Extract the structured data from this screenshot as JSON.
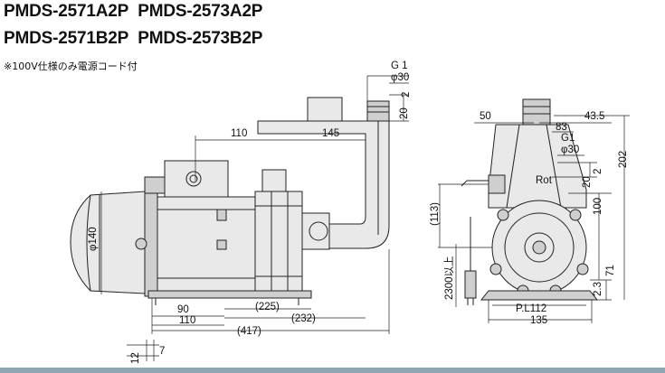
{
  "titles": {
    "line1_a": "PMDS-2571A2P",
    "line1_b": "PMDS-2573A2P",
    "line2_a": "PMDS-2571B2P",
    "line2_b": "PMDS-2573B2P",
    "note": "※100V仕様のみ電源コード付"
  },
  "dimensions": {
    "d_g1_top": "G 1",
    "d_phi30_top": "φ30",
    "d_2_top": "2",
    "d_20_top": "20",
    "d_110": "110",
    "d_145": "145",
    "d_phi140": "φ140",
    "d_90": "90",
    "d_110_bottom": "110",
    "d_225": "(225)",
    "d_232": "(232)",
    "d_417": "(417)",
    "d_12": "12",
    "d_7": "7",
    "d_50": "50",
    "d_43_5": "43.5",
    "d_83": "83",
    "d_g1_side": "G1",
    "d_phi30_side": "φ30",
    "d_rot": "Rot",
    "d_202": "202",
    "d_20_side": "20",
    "d_2_side": "2",
    "d_100": "100",
    "d_113": "(113)",
    "d_71": "71",
    "d_2_3": "2.3",
    "d_2300": "2300以上",
    "d_pl112": "P.L112",
    "d_135": "135"
  }
}
